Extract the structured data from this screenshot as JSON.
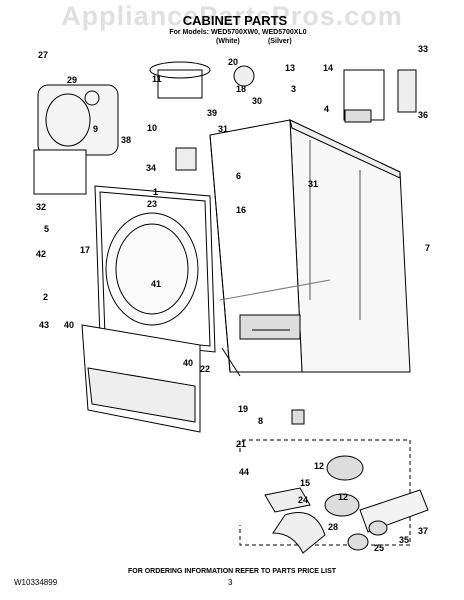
{
  "watermark": "AppliancePartsPros.com",
  "header": {
    "title": "CABINET PARTS",
    "subtitle": "For Models: WED5700XW0, WED5700XL0",
    "variant_white": "(White)",
    "variant_silver": "(Silver)"
  },
  "callouts": [
    "27",
    "29",
    "9",
    "38",
    "11",
    "10",
    "20",
    "18",
    "13",
    "30",
    "39",
    "31",
    "3",
    "14",
    "4",
    "33",
    "36",
    "34",
    "1",
    "6",
    "16",
    "31",
    "32",
    "5",
    "23",
    "17",
    "42",
    "41",
    "7",
    "2",
    "40",
    "43",
    "40",
    "22",
    "19",
    "8",
    "21",
    "44",
    "12",
    "15",
    "24",
    "12",
    "37",
    "28",
    "35",
    "25"
  ],
  "footer": {
    "note": "FOR ORDERING INFORMATION REFER TO PARTS PRICE LIST",
    "doc_number": "W10334899",
    "page_number": "3"
  }
}
